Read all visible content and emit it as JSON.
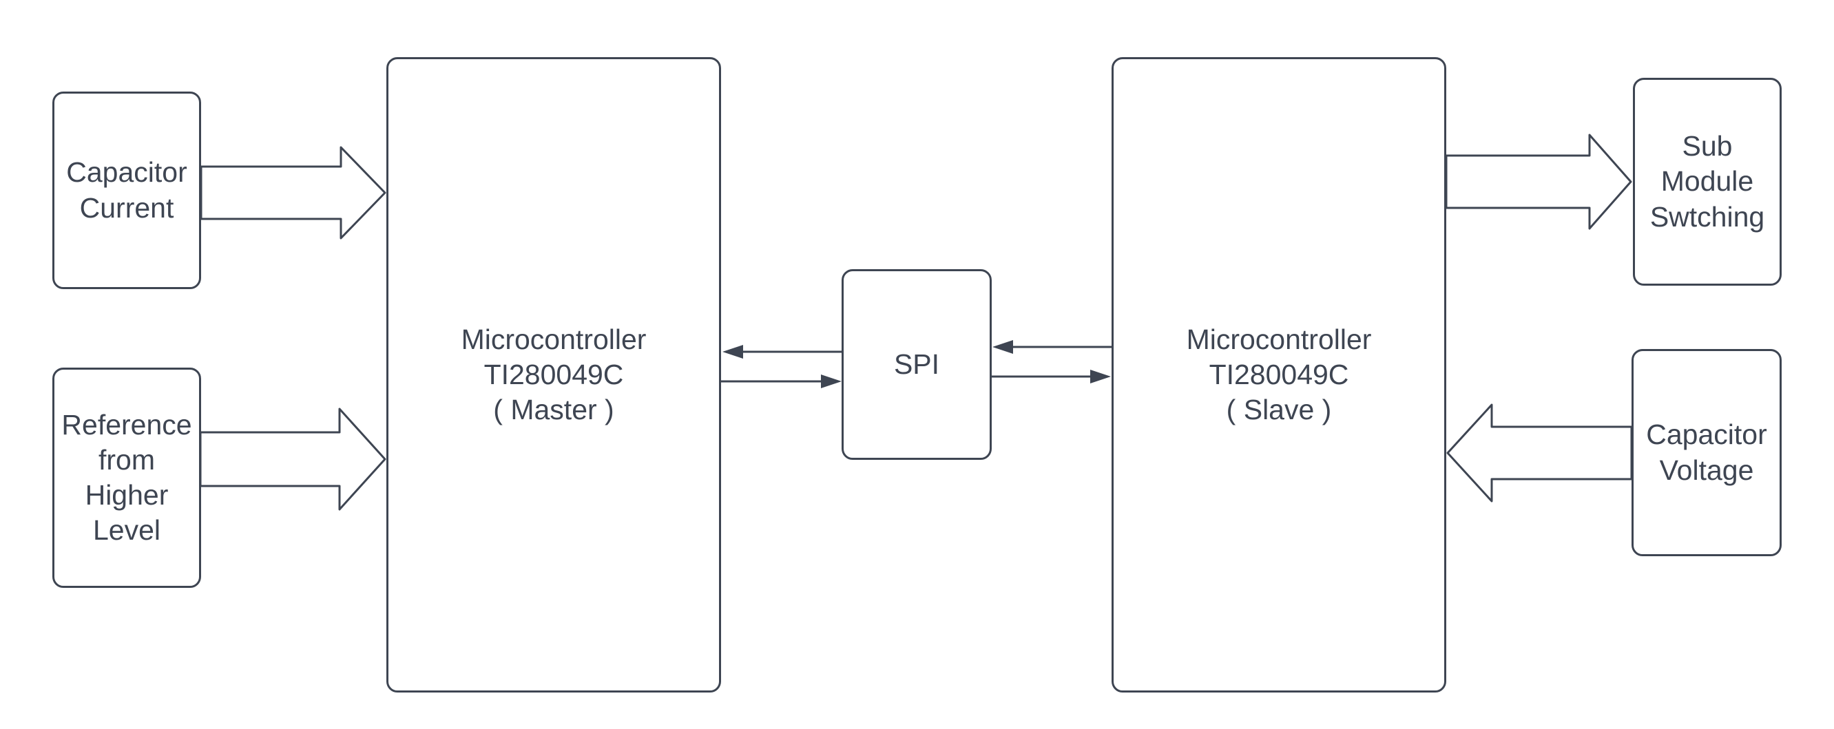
{
  "colors": {
    "ink": "#3e4552",
    "background": "#ffffff"
  },
  "nodes": {
    "capacitor_current": {
      "label": "Capacitor\nCurrent"
    },
    "reference": {
      "label": "Reference\nfrom\nHigher\nLevel"
    },
    "master_mcu": {
      "label": "Microcontroller\nTI280049C\n( Master )"
    },
    "spi": {
      "label": "SPI"
    },
    "slave_mcu": {
      "label": "Microcontroller\nTI280049C\n( Slave )"
    },
    "sub_module": {
      "label": "Sub\nModule\nSwtching"
    },
    "capacitor_voltage": {
      "label": "Capacitor\nVoltage"
    }
  },
  "connections": [
    {
      "from": "capacitor_current",
      "to": "master_mcu",
      "style": "block-arrow",
      "direction": "right"
    },
    {
      "from": "reference",
      "to": "master_mcu",
      "style": "block-arrow",
      "direction": "right"
    },
    {
      "from": "spi",
      "to": "master_mcu",
      "style": "thin-arrow",
      "direction": "left"
    },
    {
      "from": "master_mcu",
      "to": "spi",
      "style": "thin-arrow",
      "direction": "right"
    },
    {
      "from": "slave_mcu",
      "to": "spi",
      "style": "thin-arrow",
      "direction": "left"
    },
    {
      "from": "spi",
      "to": "slave_mcu",
      "style": "thin-arrow",
      "direction": "right"
    },
    {
      "from": "slave_mcu",
      "to": "sub_module",
      "style": "block-arrow",
      "direction": "right"
    },
    {
      "from": "capacitor_voltage",
      "to": "slave_mcu",
      "style": "block-arrow",
      "direction": "left"
    }
  ]
}
